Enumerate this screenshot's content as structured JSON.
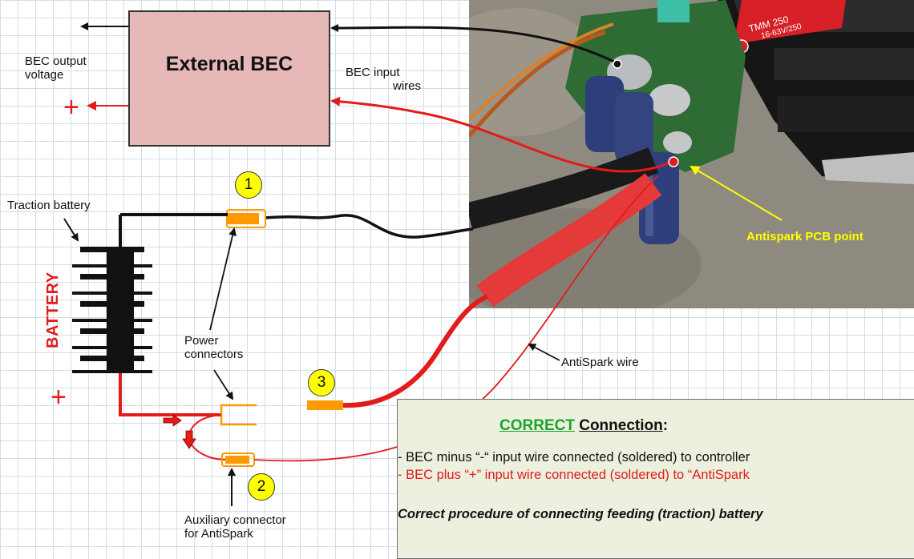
{
  "external_bec": {
    "title": "External BEC"
  },
  "labels": {
    "bec_output_voltage": [
      "BEC output",
      "voltage"
    ],
    "bec_input_wires": [
      "BEC input",
      "wires"
    ],
    "traction_battery": "Traction battery",
    "battery": "BATTERY",
    "power_connectors": [
      "Power",
      "connectors"
    ],
    "auxiliary_connector": [
      "Auxiliary connector",
      "for AntiSpark"
    ],
    "antispark_wire": "AntiSpark wire",
    "antispark_pcb_point": "Antispark PCB point",
    "plus_sign": "+"
  },
  "markers": [
    "1",
    "2",
    "3"
  ],
  "info": {
    "correct": "CORRECT",
    "connection": "Connection",
    "colon": ":",
    "line1": "- BEC minus “-“ input wire connected (soldered) to controller",
    "line2": "- BEC plus “+” input wire connected (soldered) to “AntiSpark",
    "procedure": "Correct procedure of connecting feeding (traction) battery"
  },
  "photo": {
    "device_text_1": "TMM 250",
    "device_text_2": "16-63V/250"
  },
  "colors": {
    "grid": "#d4dde6",
    "bec_fill": "#e6b8b8",
    "wire_red": "#e31b1b",
    "wire_black": "#111111",
    "connector_orange": "#ff9900",
    "marker_yellow": "#ffff00",
    "pcb_pointer": "#ffff00",
    "info_bg": "#ebf1de",
    "correct_green": "#1aa32a"
  }
}
